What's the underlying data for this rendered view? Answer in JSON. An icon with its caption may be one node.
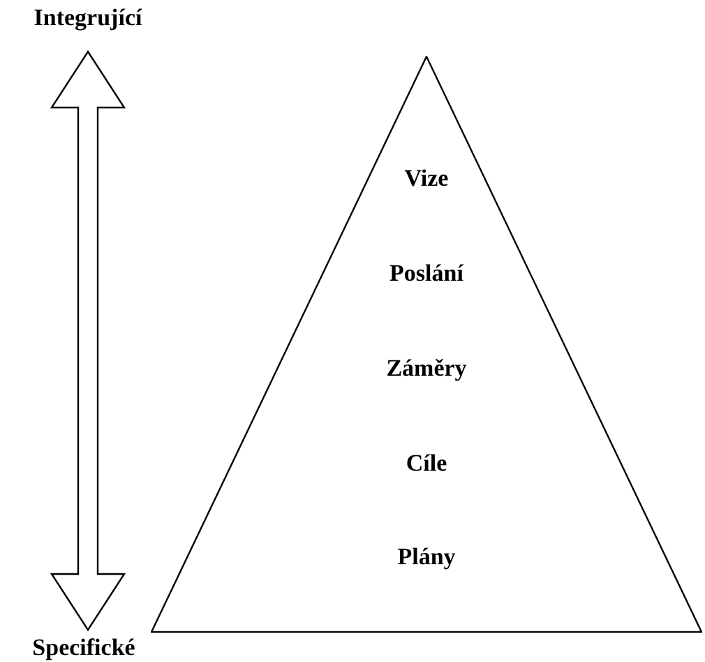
{
  "diagram": {
    "nodes": [
      {
        "text": [
          "Integrující"
        ]
      },
      {
        "text": [
          "Specifické"
        ]
      },
      {
        "text": [
          "Vize",
          "Poslání",
          "Záměry",
          "Cíle",
          "Plány"
        ]
      }
    ],
    "edges": [
      {
        "from": 0,
        "to": 1,
        "arrow": "both",
        "style": "thick"
      }
    ]
  }
}
